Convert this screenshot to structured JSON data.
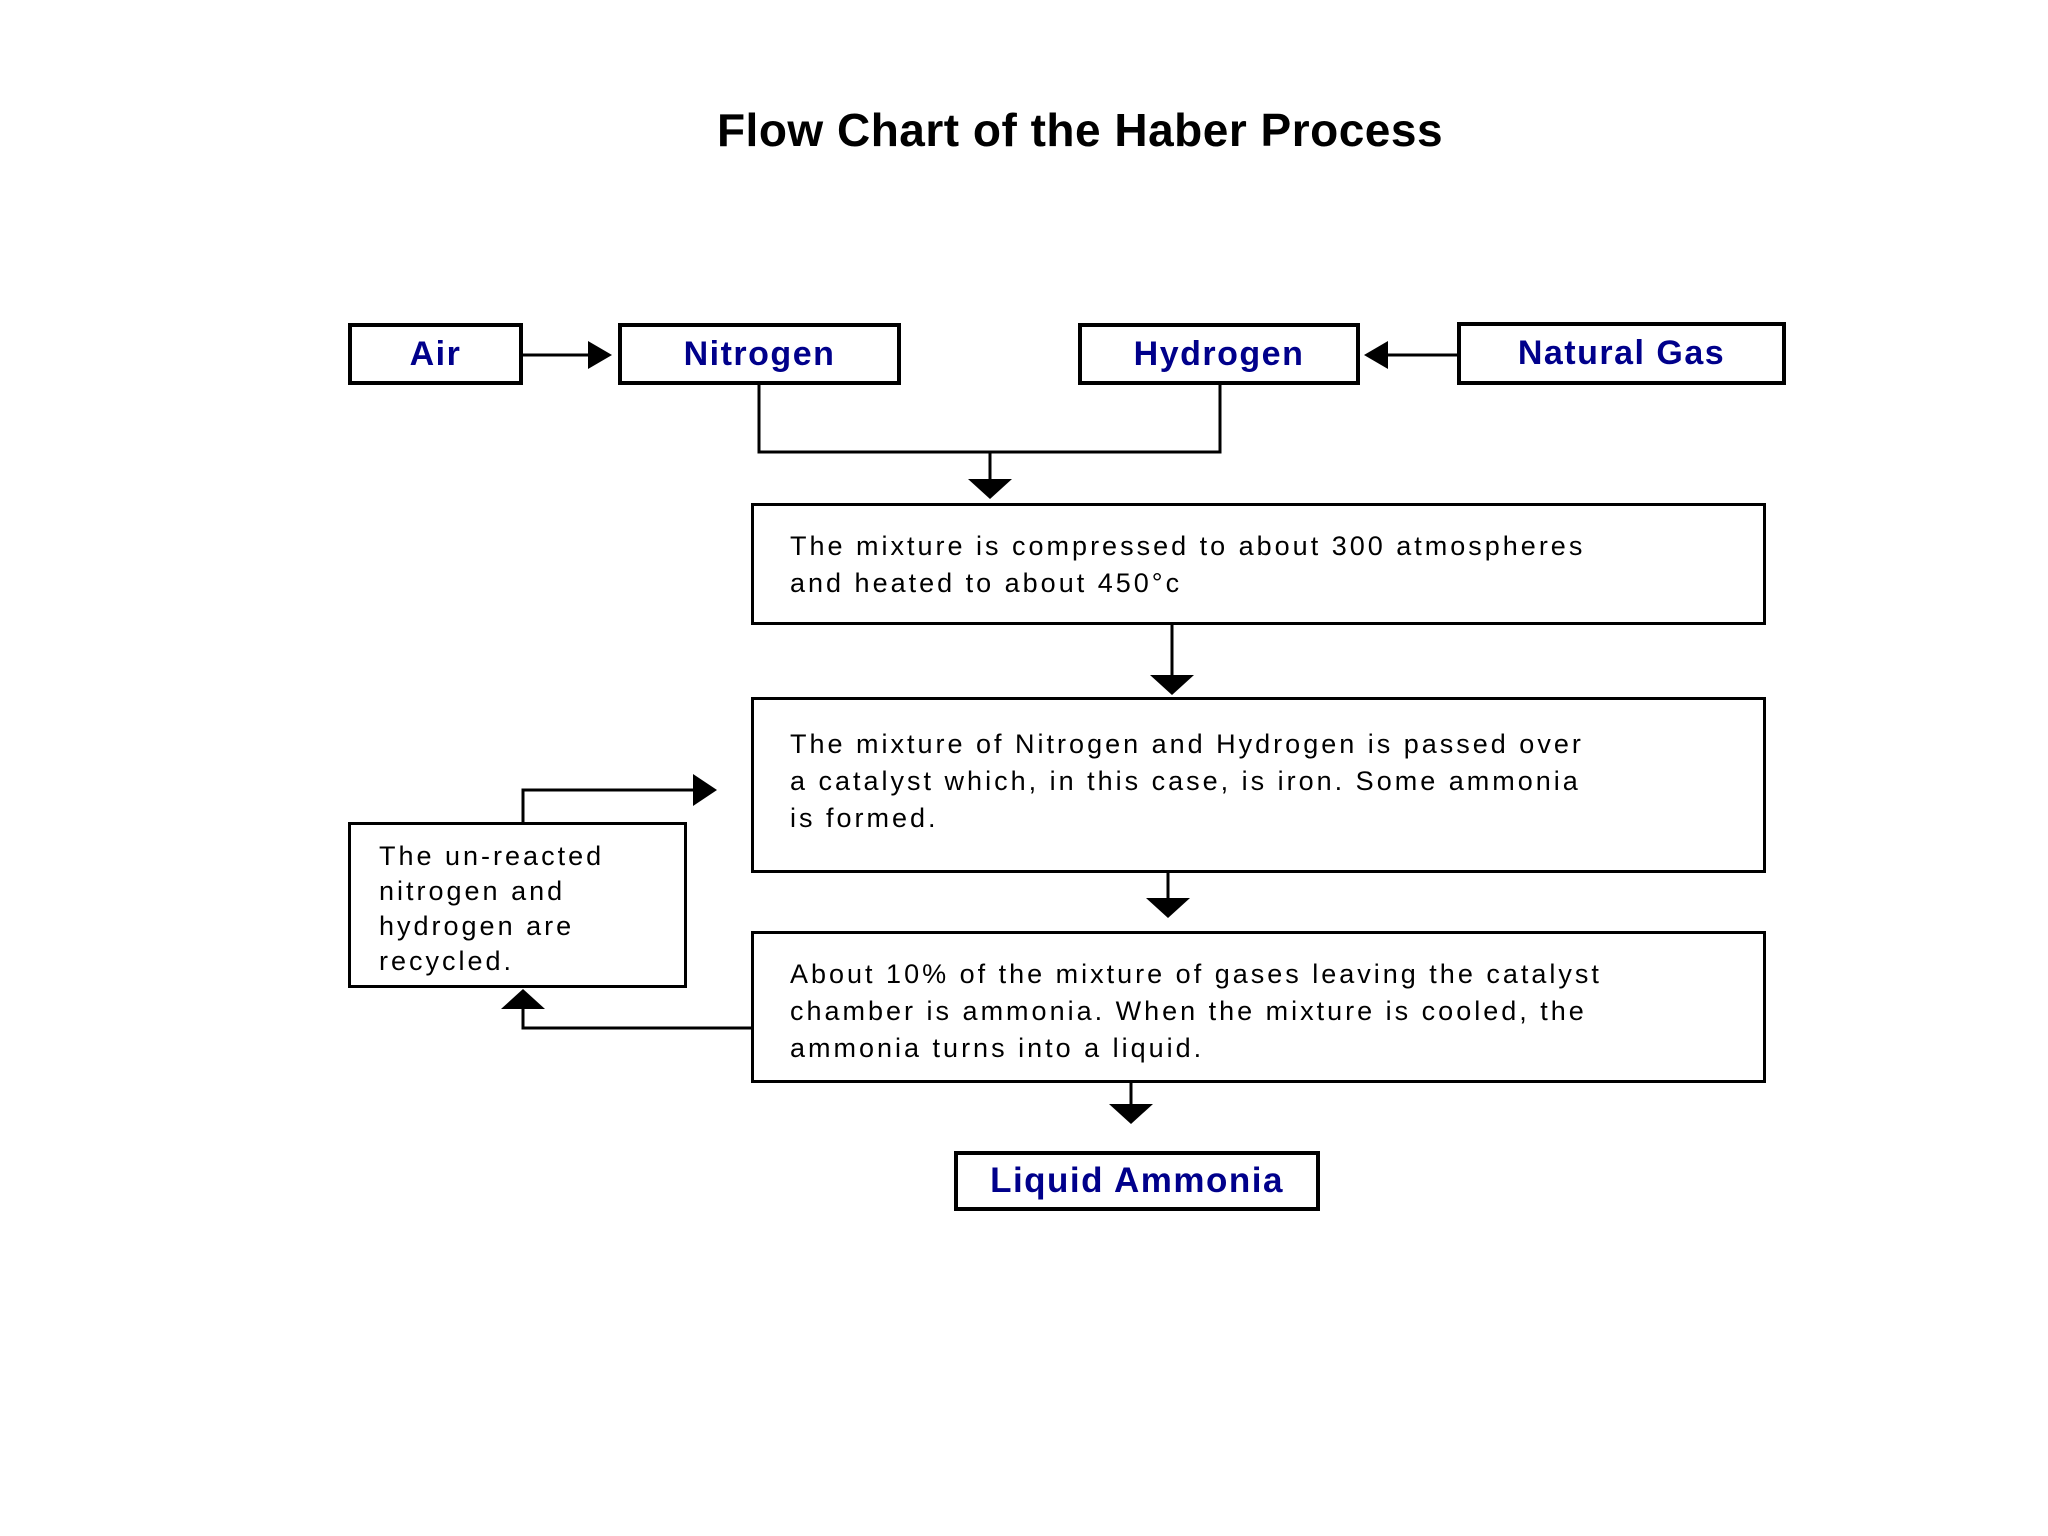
{
  "title": "Flow Chart of the Haber Process",
  "colors": {
    "label_text": "#00008b",
    "body_text": "#000000",
    "border": "#000000",
    "background": "#ffffff"
  },
  "nodes": {
    "air": {
      "label": "Air"
    },
    "nitrogen": {
      "label": "Nitrogen"
    },
    "hydrogen": {
      "label": "Hydrogen"
    },
    "natural_gas": {
      "label": "Natural Gas"
    },
    "compression": {
      "lines": [
        "The mixture is compressed to about 300 atmospheres",
        "and heated to about 450°c"
      ]
    },
    "catalyst": {
      "lines": [
        "The mixture of Nitrogen and Hydrogen is passed over",
        "a catalyst which, in this case, is iron. Some ammonia",
        "is formed."
      ]
    },
    "cooling": {
      "lines": [
        "About 10% of the mixture of gases leaving the catalyst",
        "chamber is ammonia. When the mixture is cooled, the",
        "ammonia turns into a liquid."
      ]
    },
    "recycle": {
      "lines": [
        "The un-reacted",
        "nitrogen and",
        "hydrogen are",
        "recycled."
      ]
    },
    "liquid_ammonia": {
      "label": "Liquid Ammonia"
    }
  },
  "edges": [
    {
      "from": "Air",
      "to": "Nitrogen"
    },
    {
      "from": "Natural Gas",
      "to": "Hydrogen"
    },
    {
      "from": "Nitrogen",
      "to": "Compression step"
    },
    {
      "from": "Hydrogen",
      "to": "Compression step"
    },
    {
      "from": "Compression step",
      "to": "Catalyst step"
    },
    {
      "from": "Catalyst step",
      "to": "Cooling step"
    },
    {
      "from": "Cooling step",
      "to": "Liquid Ammonia"
    },
    {
      "from": "Cooling step",
      "to": "Recycle note"
    },
    {
      "from": "Recycle note",
      "to": "Catalyst step"
    }
  ]
}
